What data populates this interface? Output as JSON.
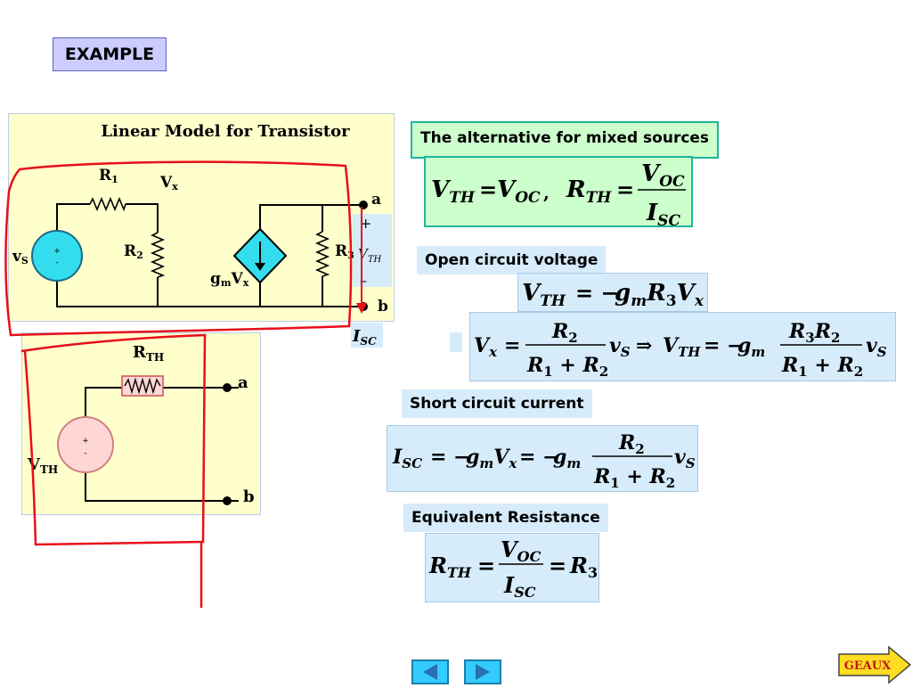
{
  "header": {
    "example_label": "EXAMPLE"
  },
  "circuit_top": {
    "title": "Linear Model for Transistor",
    "r1": "R",
    "r1_sub": "1",
    "vx": "V",
    "vx_sub": "x",
    "r2": "R",
    "r2_sub": "2",
    "vs": "v",
    "vs_sub": "S",
    "src_plus": "+",
    "src_minus": "-",
    "gm": "g",
    "gm_sub": "m",
    "gm_v": "V",
    "gm_v_sub": "x",
    "r3": "R",
    "r3_sub": "3",
    "node_a": "a",
    "node_b": "b",
    "plus": "+",
    "minus": "–",
    "vth": "V",
    "vth_sub": "TH",
    "isc": "I",
    "isc_sub": "SC"
  },
  "circuit_bottom": {
    "rth": "R",
    "rth_sub": "TH",
    "vth": "V",
    "vth_sub": "TH",
    "src_plus": "+",
    "src_minus": "-",
    "node_a": "a",
    "node_b": "b"
  },
  "sections": {
    "alternative": "The alternative for mixed sources",
    "open_circuit": "Open circuit voltage",
    "short_circuit": "Short circuit current",
    "equivalent": "Equivalent Resistance"
  },
  "nav": {
    "geaux": "GEAUX"
  },
  "colors": {
    "panel": "#ffffcc",
    "eqbox": "#d6ecfb",
    "green_box": "#ccffcc",
    "ink_red": "#e8101a",
    "source_cyan": "#33ddee",
    "source_pink": "#ffd6d6"
  }
}
